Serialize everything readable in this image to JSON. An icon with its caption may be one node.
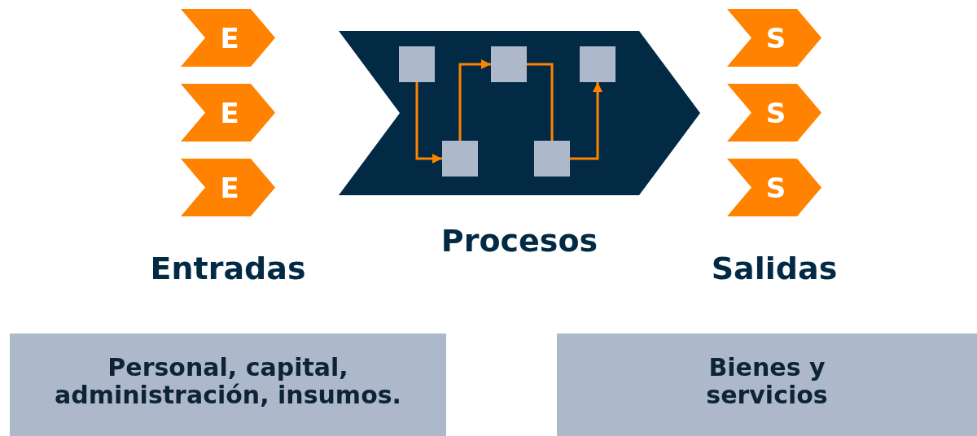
{
  "diagram": {
    "nodes": [
      {
        "text": [
          "E"
        ]
      },
      {
        "text": [
          "E"
        ]
      },
      {
        "text": [
          "E"
        ]
      },
      {
        "text": [
          "Procesos"
        ]
      },
      {
        "text": [],
        "shape": "box",
        "in": 3
      },
      {
        "text": [],
        "shape": "box",
        "in": 3
      },
      {
        "text": [],
        "shape": "box",
        "in": 3
      },
      {
        "text": [],
        "shape": "box",
        "in": 3
      },
      {
        "text": [],
        "shape": "box",
        "in": 3
      },
      {
        "text": [
          "S"
        ]
      },
      {
        "text": [
          "S"
        ]
      },
      {
        "text": [
          "S"
        ]
      },
      {
        "text": [
          "Personal, capital, administración, insumos."
        ]
      },
      {
        "text": [
          "Bienes y servicios"
        ]
      }
    ],
    "edges": [
      {
        "from": 4,
        "to": 5,
        "arrow": "to"
      },
      {
        "from": 5,
        "to": 6,
        "arrow": "to"
      },
      {
        "from": 6,
        "to": 7,
        "arrow": "none"
      },
      {
        "from": 7,
        "to": 8,
        "arrow": "to"
      }
    ],
    "labels": [
      "Entradas",
      "Salidas"
    ]
  }
}
